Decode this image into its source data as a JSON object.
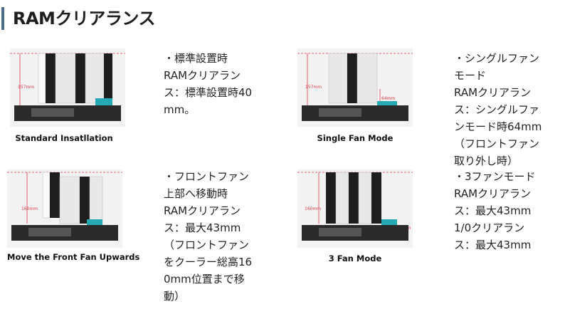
{
  "heading": "RAMクリアランス",
  "blocks": [
    {
      "caption": "Standard Insatllation",
      "height_label": "157mm",
      "ram_label": "40mm",
      "lines": [
        "・標準設置時",
        "RAMクリアラン",
        "ス：標準設置時40",
        "mm。"
      ]
    },
    {
      "caption": "Single Fan Mode",
      "height_label": "157mm",
      "ram_label": "64mm",
      "lines": [
        "・シングルファン",
        "モード",
        "RAMクリアラン",
        "ス：シングルファ",
        "ンモード時64mm",
        "（フロントファン",
        "取り外し時）"
      ]
    },
    {
      "caption": "Move the Front Fan Upwards",
      "height_label": "160mm",
      "ram_label": "43mm",
      "lines": [
        "・フロントファン",
        "上部へ移動時",
        "RAMクリアラン",
        "ス：最大43mm",
        "（フロントファン",
        "をクーラー総高16",
        "0mm位置まで移",
        "動）"
      ]
    },
    {
      "caption": "3 Fan Mode",
      "height_label": "160mm",
      "ram_label": "43mm",
      "lines": [
        "・3ファンモード",
        "RAMクリアラン",
        "ス：最大43mm",
        "1/0クリアラン",
        "ス：最大43mm"
      ]
    }
  ]
}
